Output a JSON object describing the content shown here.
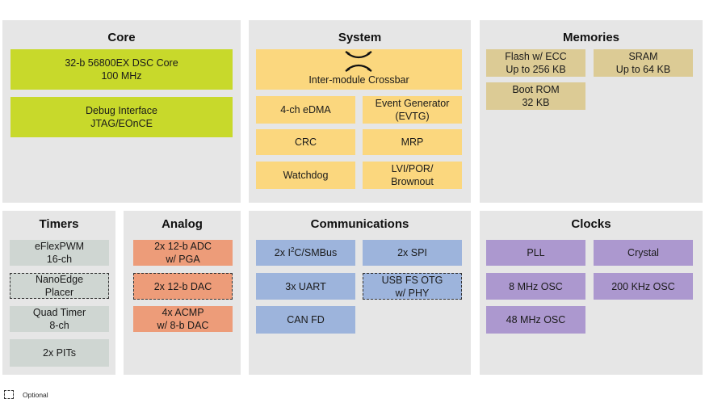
{
  "core": {
    "title": "Core",
    "blocks": [
      {
        "line1": "32-b 56800EX DSC Core",
        "line2": "100 MHz"
      },
      {
        "line1": "Debug Interface",
        "line2": "JTAG/EOnCE"
      }
    ]
  },
  "system": {
    "title": "System",
    "crossbar": "Inter-module Crossbar",
    "blocks": [
      {
        "line1": "4-ch eDMA",
        "line2": ""
      },
      {
        "line1": "Event Generator",
        "line2": "(EVTG)"
      },
      {
        "line1": "CRC",
        "line2": ""
      },
      {
        "line1": "MRP",
        "line2": ""
      },
      {
        "line1": "Watchdog",
        "line2": ""
      },
      {
        "line1": "LVI/POR/",
        "line2": "Brownout"
      }
    ]
  },
  "memories": {
    "title": "Memories",
    "blocks": [
      {
        "line1": "Flash w/ ECC",
        "line2": "Up to 256 KB"
      },
      {
        "line1": "SRAM",
        "line2": "Up to 64 KB"
      },
      {
        "line1": "Boot ROM",
        "line2": "32 KB"
      }
    ]
  },
  "timers": {
    "title": "Timers",
    "blocks": [
      {
        "line1": "eFlexPWM",
        "line2": "16-ch",
        "optional": false
      },
      {
        "line1": "NanoEdge",
        "line2": "Placer",
        "optional": true
      },
      {
        "line1": "Quad Timer",
        "line2": "8-ch",
        "optional": false
      },
      {
        "line1": "2x PITs",
        "line2": "",
        "optional": false
      }
    ]
  },
  "analog": {
    "title": "Analog",
    "blocks": [
      {
        "line1": "2x 12-b ADC",
        "line2": "w/ PGA",
        "optional": false
      },
      {
        "line1": "2x 12-b DAC",
        "line2": "",
        "optional": true
      },
      {
        "line1": "4x ACMP",
        "line2": "w/ 8-b DAC",
        "optional": false
      }
    ]
  },
  "communications": {
    "title": "Communications",
    "i2c_prefix": "2x I",
    "i2c_sup": "2",
    "i2c_suffix": "C/SMBus",
    "blocks": [
      {
        "line1": "2x SPI",
        "line2": "",
        "optional": false
      },
      {
        "line1": "3x UART",
        "line2": "",
        "optional": false
      },
      {
        "line1": "USB FS OTG",
        "line2": "w/ PHY",
        "optional": true
      },
      {
        "line1": "CAN FD",
        "line2": "",
        "optional": false
      }
    ]
  },
  "clocks": {
    "title": "Clocks",
    "blocks": [
      {
        "line1": "PLL",
        "line2": ""
      },
      {
        "line1": "Crystal",
        "line2": ""
      },
      {
        "line1": "8 MHz OSC",
        "line2": ""
      },
      {
        "line1": "200 KHz OSC",
        "line2": ""
      },
      {
        "line1": "48 MHz OSC",
        "line2": ""
      }
    ]
  },
  "legend": {
    "optional_label": "Optional"
  },
  "colors": {
    "panel": "#e6e6e6",
    "core": "#c8d92b",
    "system": "#fbd77e",
    "memories": "#dccb95",
    "timers": "#cfd6d2",
    "analog": "#ed9c79",
    "communications": "#9db4dc",
    "clocks": "#ac98cf"
  }
}
